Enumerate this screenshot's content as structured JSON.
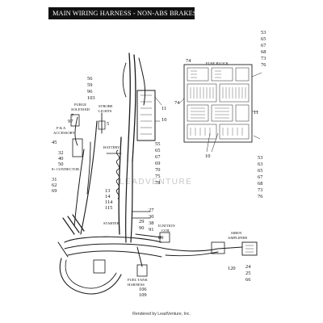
{
  "title": "MAIN WIRING HARNESS - NON-ABS BRAKES",
  "fuse_block": {
    "title": "FUSE BLOCK",
    "callouts": [
      "74",
      "74",
      "11",
      "10"
    ],
    "top_stack": [
      "53",
      "65",
      "67",
      "68",
      "73",
      "76"
    ],
    "bottom_stack": [
      "53",
      "63",
      "65",
      "67",
      "68",
      "73",
      "76"
    ]
  },
  "labels": {
    "purge_solenoid": [
      "PURGE",
      "SOLENOID"
    ],
    "pa_accessory": [
      "P & A",
      "ACCESSORY"
    ],
    "connector": "8+ CONNECTOR",
    "strobe_lights": [
      "STROBE",
      "LIGHTS"
    ],
    "battery": "BATTERY",
    "starter": "STARTER",
    "ignition_coil": [
      "IGNITION",
      "COIL"
    ],
    "siren_amplifier": [
      "SIREN",
      "AMPLIFIER"
    ],
    "fuel_tank_harness": [
      "FUEL TANK",
      "HARNESS"
    ]
  },
  "callouts": {
    "top_right_group": [
      "56",
      "59",
      "96",
      "103"
    ],
    "purge_group": [
      "7",
      "97"
    ],
    "strobe_5": "5",
    "c11": "11",
    "c10": "10",
    "left_mid": [
      "45",
      "32",
      "40",
      "50"
    ],
    "left_low": [
      "31",
      "62",
      "69"
    ],
    "center_stack": [
      "55",
      "65",
      "67",
      "69",
      "70",
      "75",
      "78"
    ],
    "lower_stack": [
      "13",
      "14",
      "114",
      "115"
    ],
    "starter_group": [
      "27",
      "30",
      "38",
      "91"
    ],
    "coil_group": [
      "29",
      "90"
    ],
    "c89": "89",
    "siren_group": [
      "24",
      "25",
      "66"
    ],
    "c120": "120",
    "fuel_group": [
      "106",
      "109"
    ]
  },
  "watermark": "LEADVENTURE",
  "footer": "Rendered by LeadVenture, Inc."
}
